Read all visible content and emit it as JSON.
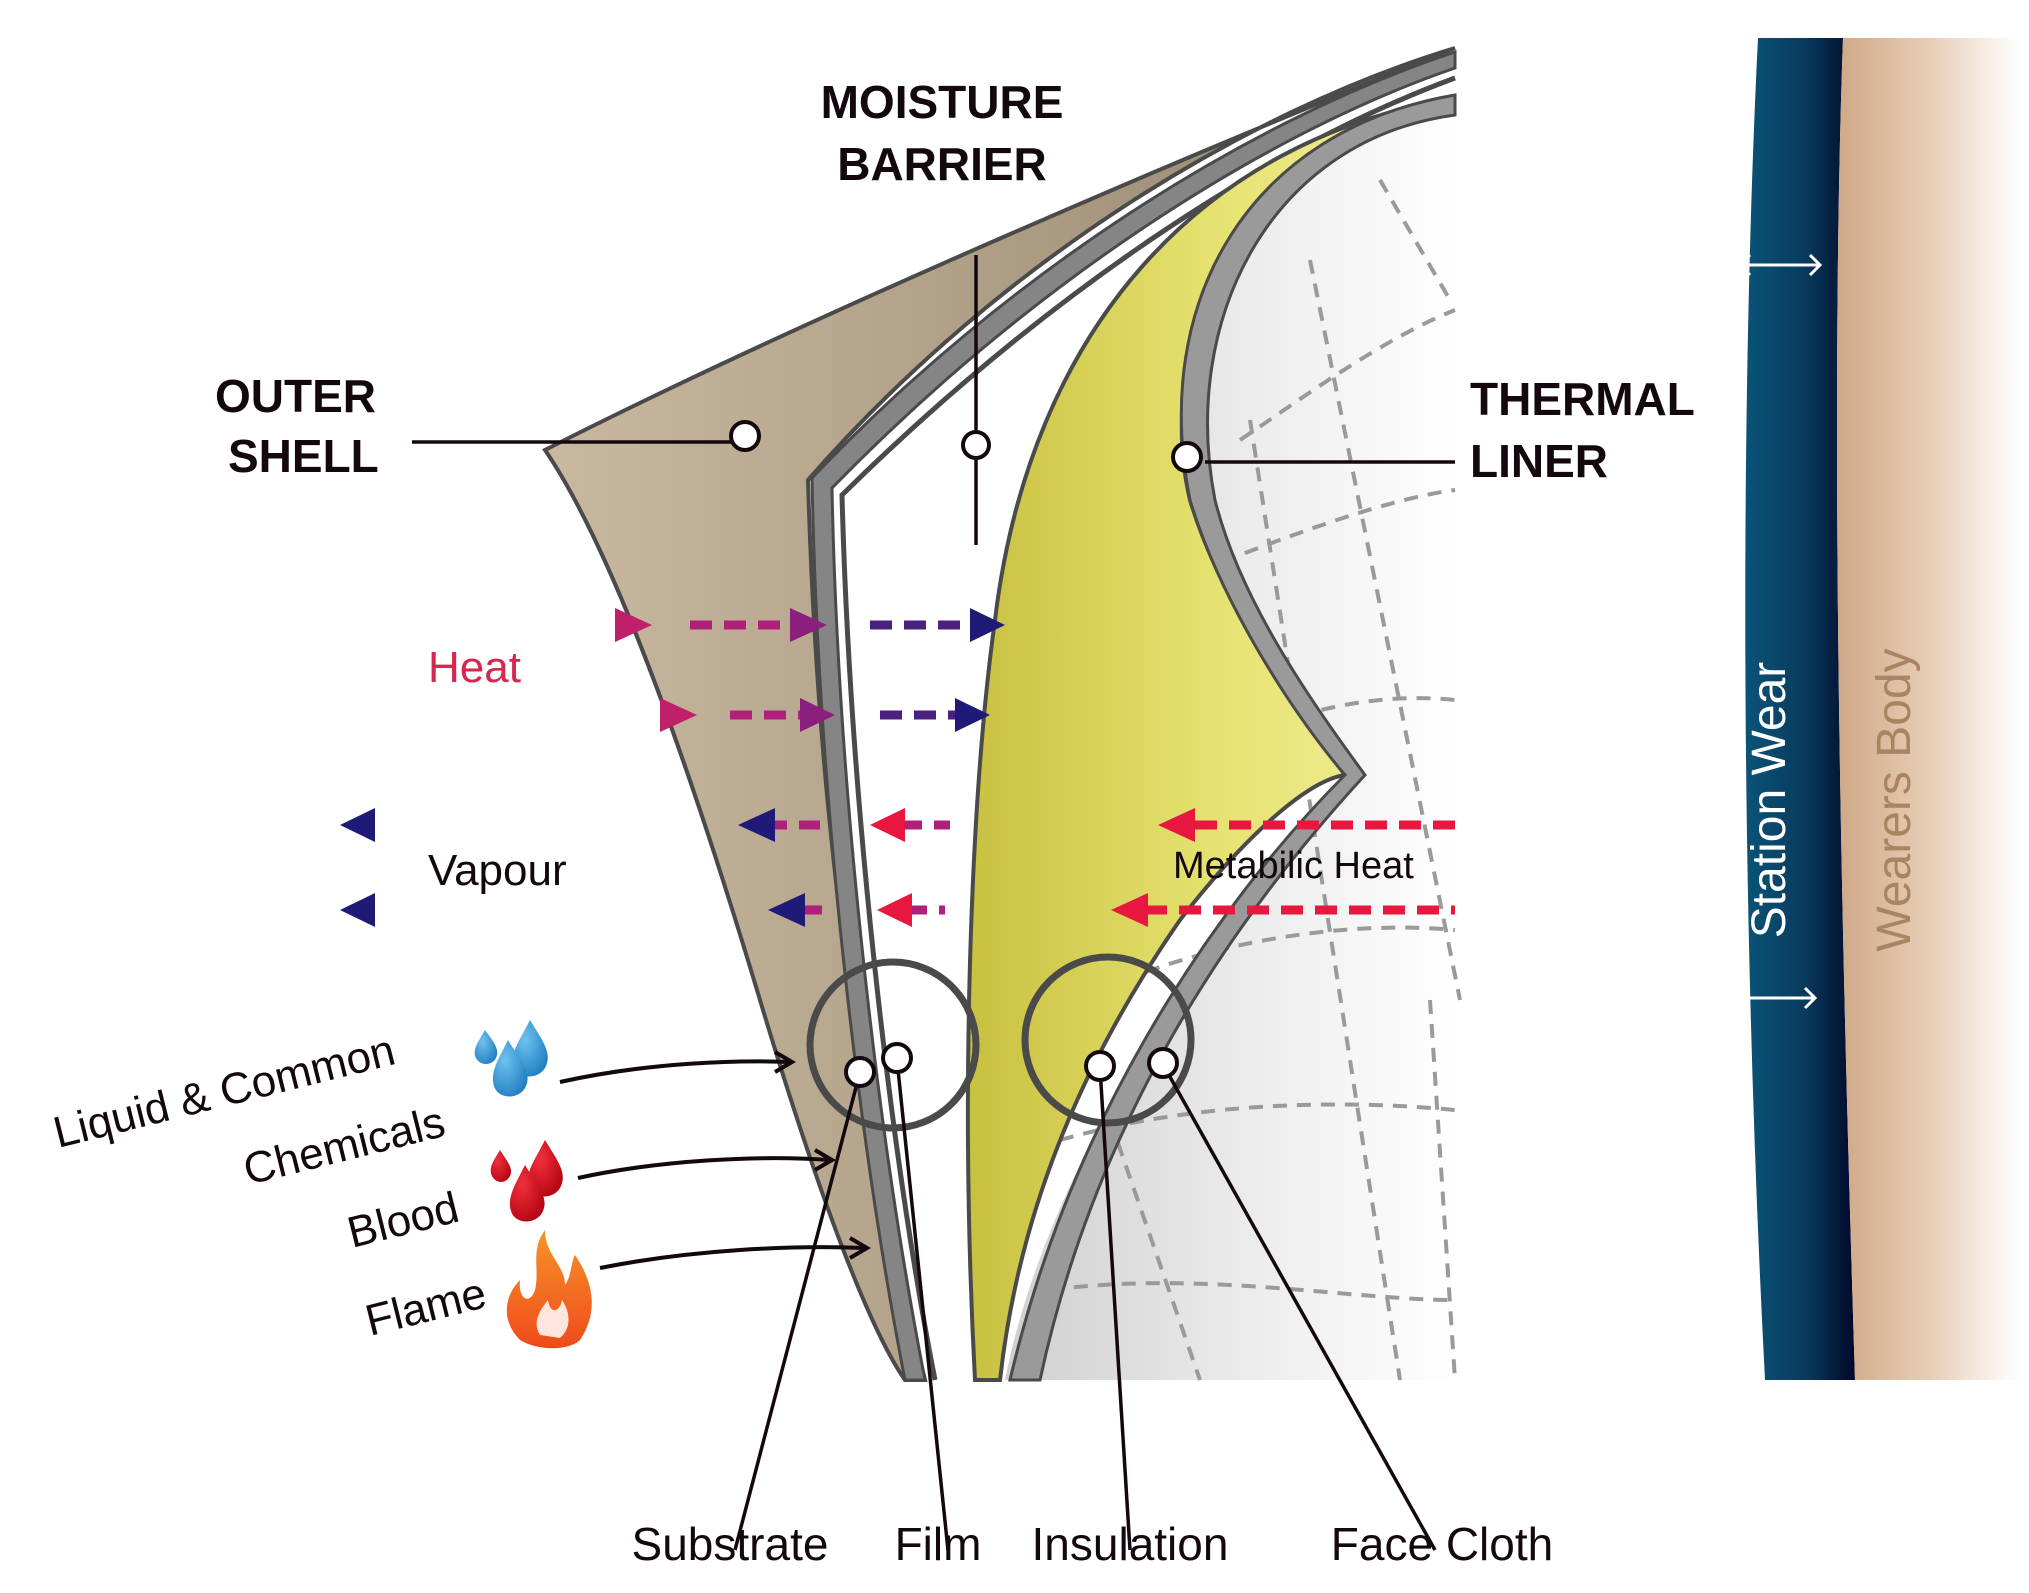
{
  "title": "Firefighter turnout gear layer diagram",
  "layers": {
    "outer_shell": {
      "line1": "OUTER",
      "line2": "SHELL"
    },
    "moisture_barrier": {
      "line1": "MOISTURE",
      "line2": "BARRIER"
    },
    "thermal_liner": {
      "line1": "THERMAL",
      "line2": "LINER"
    }
  },
  "flows": {
    "heat": "Heat",
    "vapour": "Vapour",
    "metabolic_heat": "Metabilic Heat"
  },
  "hazards": {
    "liquid_line1": "Liquid & Common",
    "liquid_line2": "Chemicals",
    "blood": "Blood",
    "flame": "Flame"
  },
  "components": {
    "substrate": "Substrate",
    "film": "Film",
    "insulation": "Insulation",
    "face_cloth": "Face Cloth"
  },
  "body": {
    "station_wear": "Station Wear",
    "wearers_body": "Wearers Body"
  },
  "colors": {
    "heat": "#e8173f",
    "vapour": "#1f1a78",
    "outer_shell": "#b5a48c",
    "thermal_liner": "#e7e46a",
    "barrier_grey": "#8c8c8c",
    "station_wear": "#0d4a70",
    "skin": "#d6b596"
  }
}
